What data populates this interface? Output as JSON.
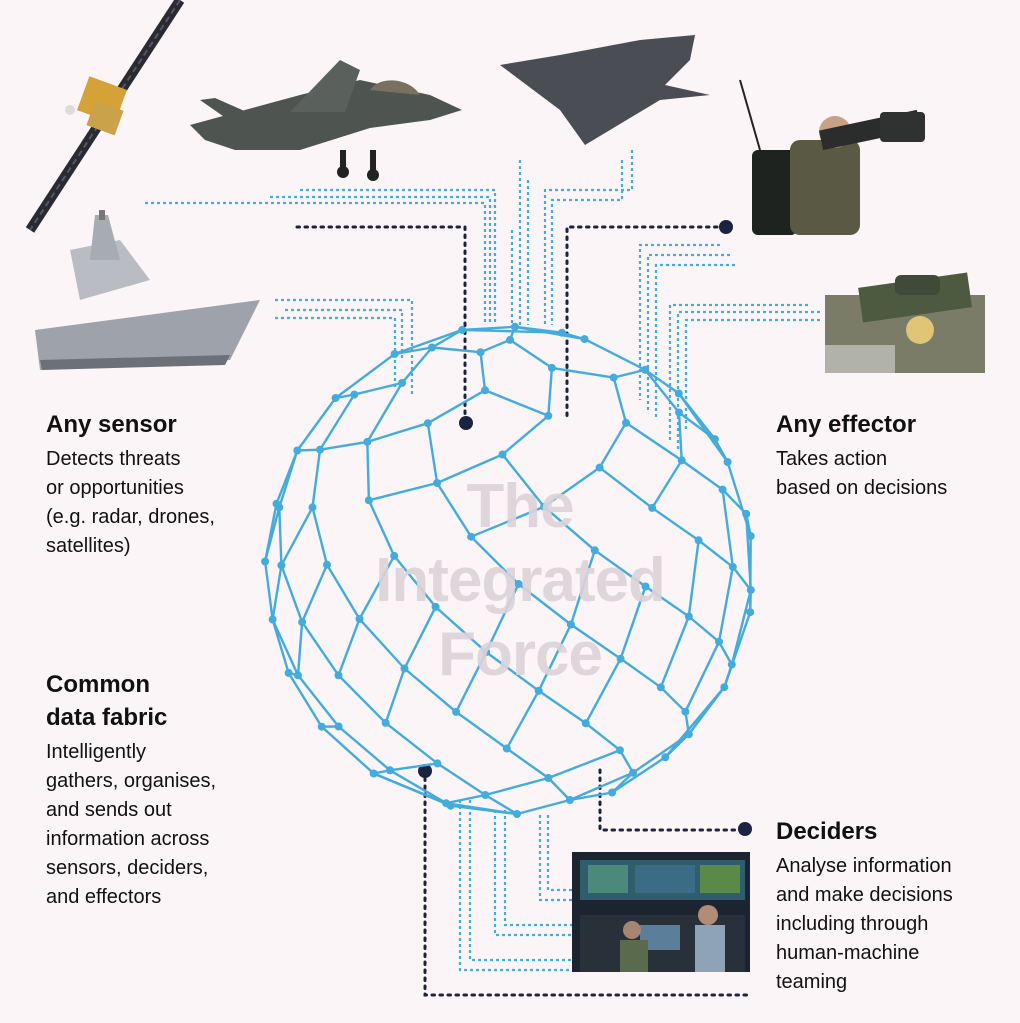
{
  "center_title": "The\nIntegrated\nForce",
  "sensor": {
    "heading": "Any sensor",
    "body": "Detects threats\nor opportunities\n(e.g. radar, drones,\nsatellites)"
  },
  "effector": {
    "heading": "Any effector",
    "body": "Takes action\nbased on decisions"
  },
  "fabric": {
    "heading": "Common\ndata fabric",
    "body": "Intelligently\ngathers, organises,\nand sends out\ninformation across\nsensors, deciders,\nand effectors"
  },
  "deciders": {
    "heading": "Deciders",
    "body": "Analyse information\nand make decisions\nincluding through\nhuman-machine\nteaming"
  },
  "colors": {
    "background": "#fbf5f8",
    "mesh": "#44acdc",
    "dotted_dark": "#1a2442",
    "watermark": "#dcd3da"
  },
  "images": {
    "satellite": "satellite-image",
    "fighter_jet": "fighter-jet-image",
    "stealth_drone": "stealth-drone-image",
    "soldier": "soldier-with-launcher-image",
    "warship": "warship-image",
    "rocket_launcher": "rocket-launcher-image",
    "control_room": "control-room-image"
  }
}
